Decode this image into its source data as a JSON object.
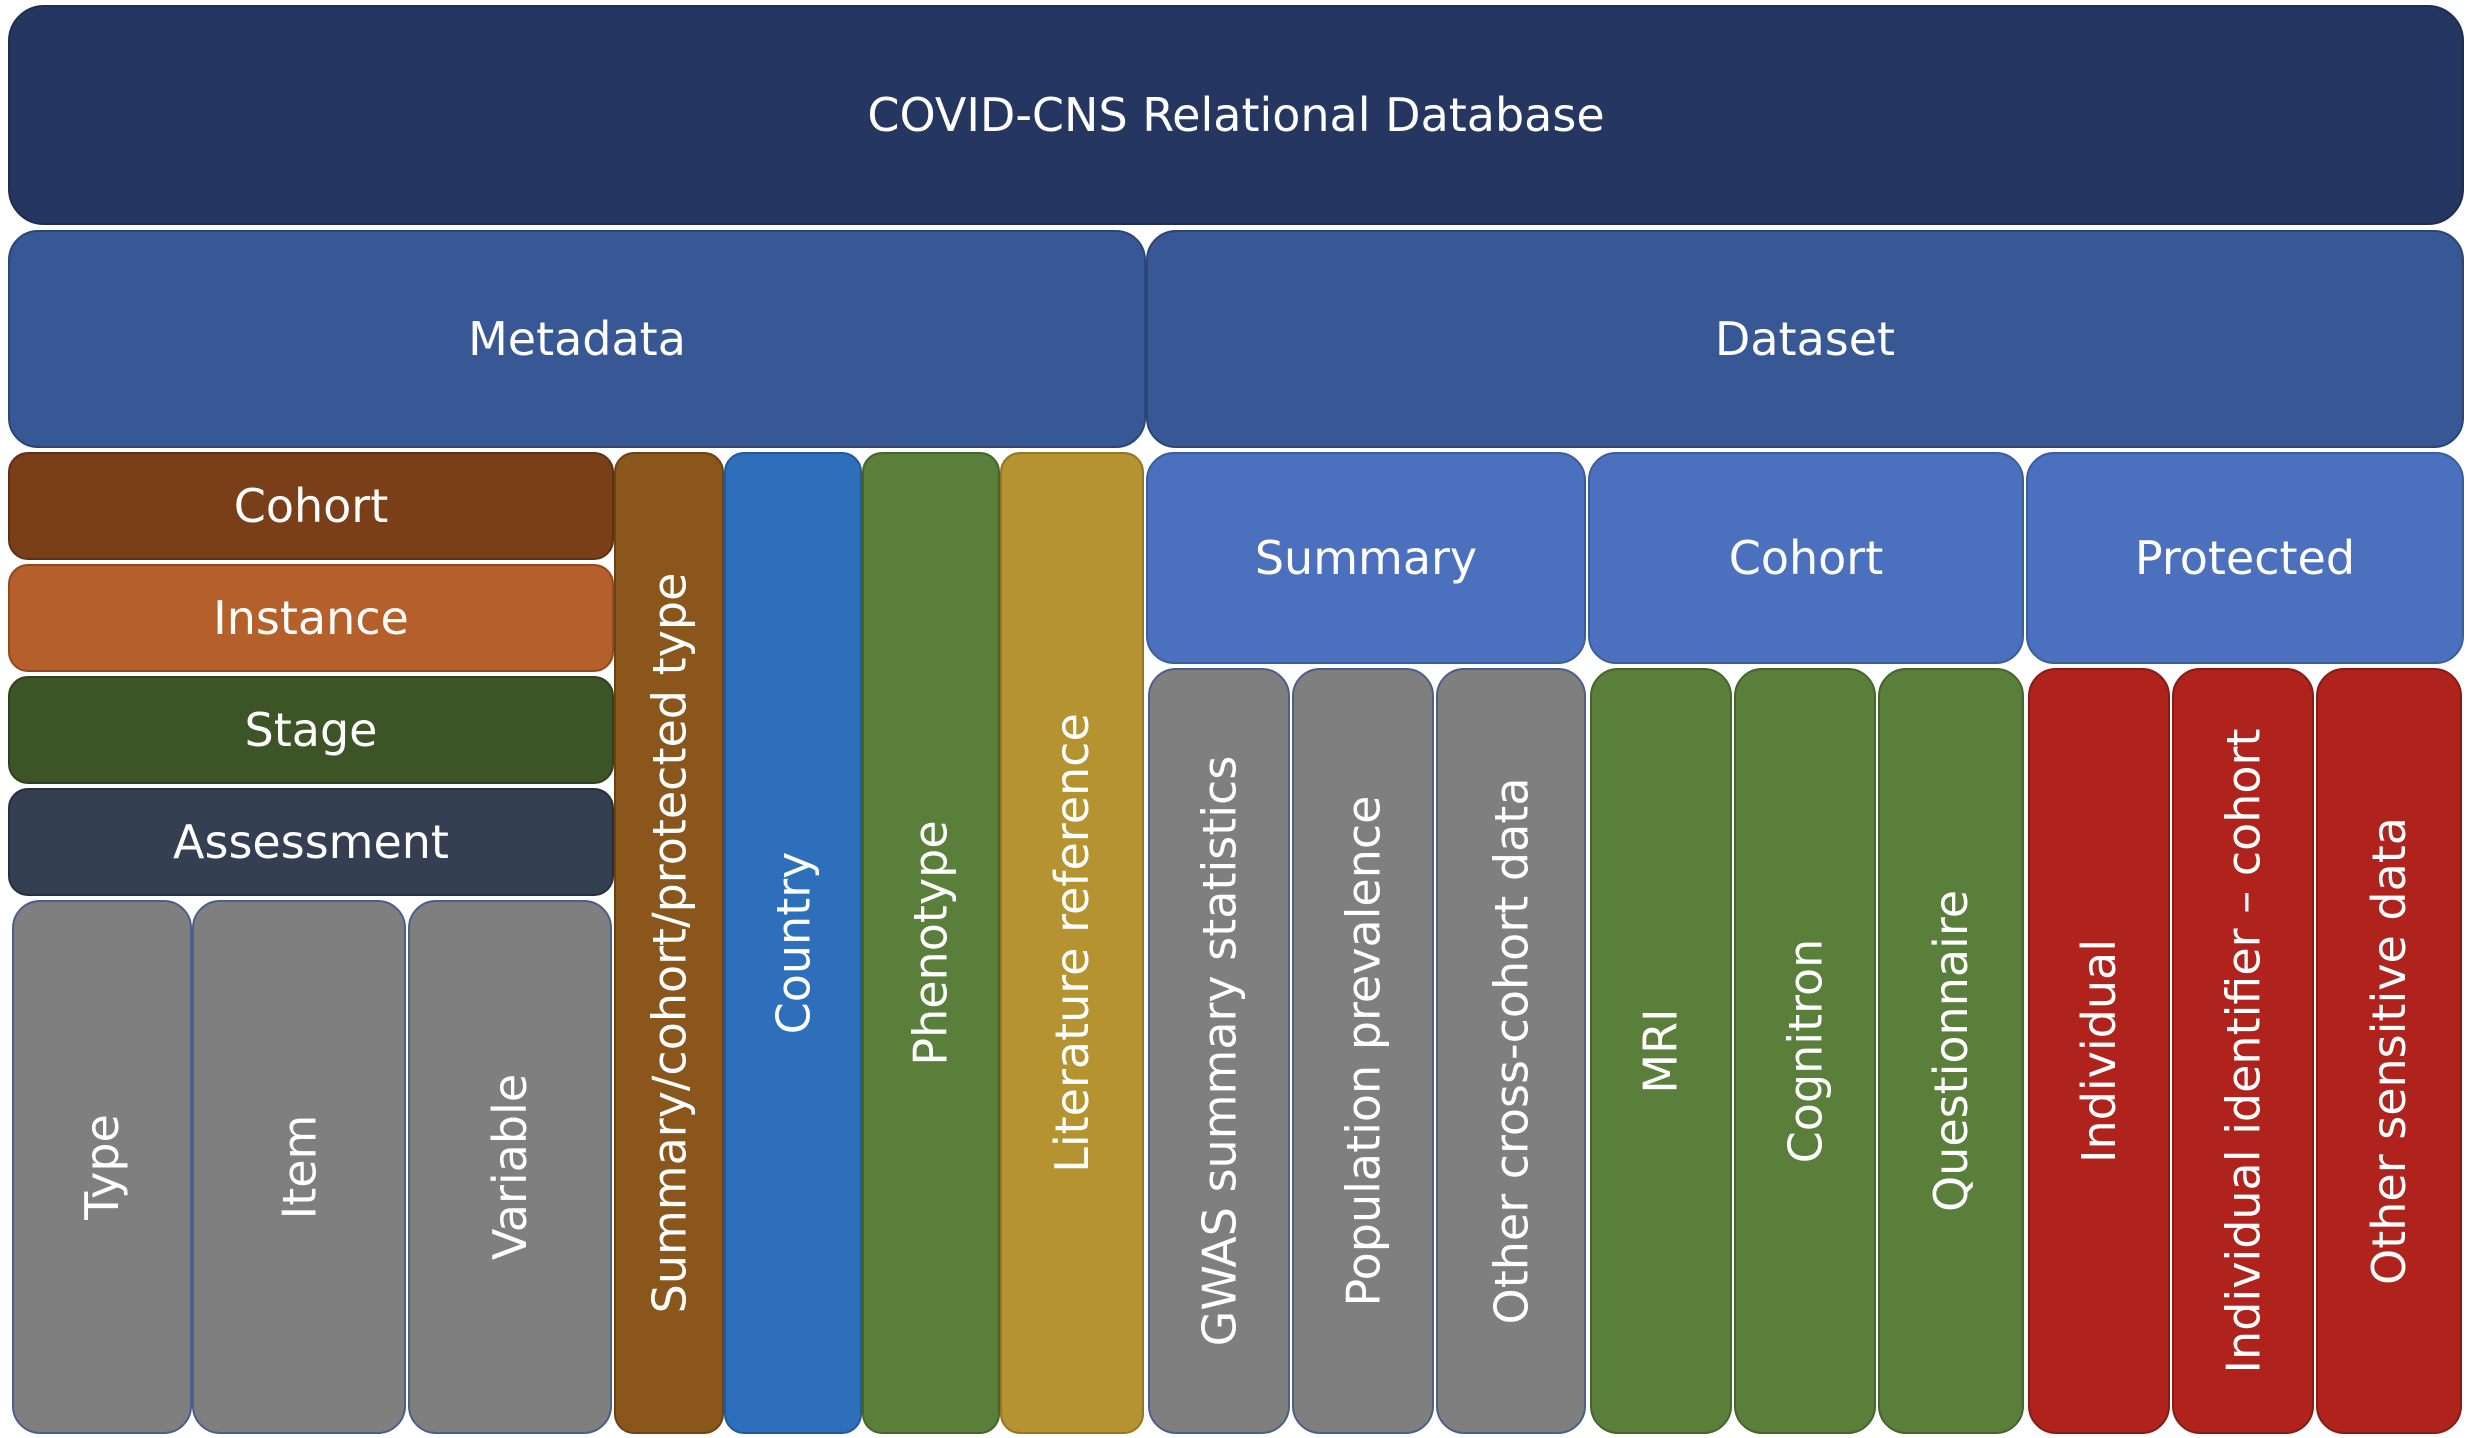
{
  "title": "COVID-CNS Relational Database",
  "metadata": {
    "label": "Metadata",
    "stack": [
      "Cohort",
      "Instance",
      "Stage",
      "Assessment"
    ],
    "hierarchy_leaves": [
      "Type",
      "Item",
      "Variable"
    ],
    "tables": [
      "Summary/cohort/protected type",
      "Country",
      "Phenotype",
      "Literature reference"
    ]
  },
  "dataset": {
    "label": "Dataset",
    "groups": [
      {
        "label": "Summary",
        "items": [
          "GWAS summary statistics",
          "Population prevalence",
          "Other cross-cohort data"
        ]
      },
      {
        "label": "Cohort",
        "items": [
          "MRI",
          "Cognitron",
          "Questionnaire"
        ]
      },
      {
        "label": "Protected",
        "items": [
          "Individual",
          "Individual identifier – cohort",
          "Other sensitive data"
        ]
      }
    ]
  },
  "colors": {
    "database": "#253760",
    "category": "#385795",
    "group": "#4b71be",
    "cohort": "#7a3f19",
    "instance": "#b55f2a",
    "stage": "#3d5427",
    "assessment": "#343f52",
    "neutral": "#7f7f7f",
    "type": "#8a561b",
    "country": "#2d6fbb",
    "phenotype": "#5a7f3b",
    "literature": "#b69331",
    "protected": "#b0221c"
  }
}
